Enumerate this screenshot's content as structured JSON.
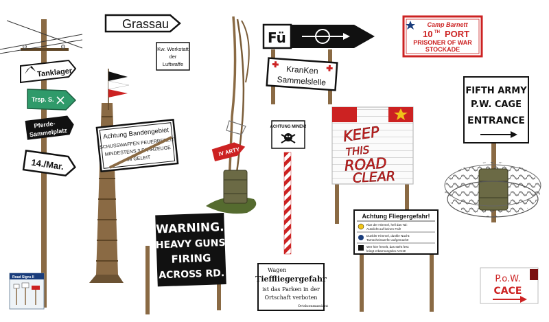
{
  "colors": {
    "wood": "#8a6a44",
    "wood_dark": "#5e4526",
    "sign_red": "#cc2222",
    "black": "#111111",
    "green": "#2f9a6a",
    "navy": "#1a3d7c",
    "yellow": "#f0c419",
    "barrel": "#6b6a45"
  },
  "signs": {
    "grassau": {
      "text": "Grassau"
    },
    "werkstatt": {
      "line1": "Kw. Werkstatt",
      "line2": "der",
      "line3": "Luftwaffe"
    },
    "tanklager": {
      "text": "Tanklager"
    },
    "green_pointer": {
      "text": "Trsp. S."
    },
    "pferde": {
      "line1": "Pferde-",
      "line2": "Sammelplatz"
    },
    "date": {
      "text": "14./Mar."
    },
    "bandengebiet": {
      "line1": "Achtung Bandengebiet",
      "line2": "SCHUSSWAFFEN FEUERBEREIT",
      "line3": "MINDESTENS 3 FAHRZEUGE",
      "line4": "IM GELEIT"
    },
    "iv_arty": {
      "text": "IV ARTY"
    },
    "warning": {
      "line1": "WARNING.",
      "line2": "HEAVY GUNS",
      "line3": "FIRING",
      "line4": "ACROSS RD."
    },
    "fu": {
      "text": "Fü"
    },
    "kranken": {
      "line1": "KranKen",
      "line2": "Sammelslelle"
    },
    "minen": {
      "text": "ACHTUNG MINEN!"
    },
    "tiefflieger": {
      "line1": "Wagen",
      "line2": "Tieffliegergefahr",
      "line3": "ist das Parken in der",
      "line4": "Ortschaft verboten",
      "line5": "Ortskommandant"
    },
    "keep_clear": {
      "line1": "KEEP",
      "line2": "THIS",
      "line3": "ROAD",
      "line4": "CLEAR"
    },
    "fliegergefahr": {
      "title": "Achtung Fliegergefahr!",
      "row1a": "Klar der Himmel, hell das Tal:",
      "row1b": "Autolicht auf keinen Fall!",
      "row2a": "Dunkler Himmel, dunkle Nacht:",
      "row2b": "Tarnscheinwerfer aufgemacht!",
      "row3a": "Wer hier frevelt, das steht fest:",
      "row3b": "kriegt erbarmungslos Arrest!"
    },
    "camp_barnett": {
      "line1": "Camp Barnett",
      "line2a": "10",
      "line2b": "TH",
      "line2c": "PORT",
      "line3": "PRISONER OF WAR",
      "line4": "STOCKADE"
    },
    "fifth_army": {
      "line1": "FIFTH ARMY",
      "line2": "P.W. CAGE",
      "line3": "ENTRANCE"
    },
    "pow_cace": {
      "line1": "P.o.W.",
      "line2": "CACE"
    },
    "product_box": {
      "text": "Road Signs II"
    }
  }
}
